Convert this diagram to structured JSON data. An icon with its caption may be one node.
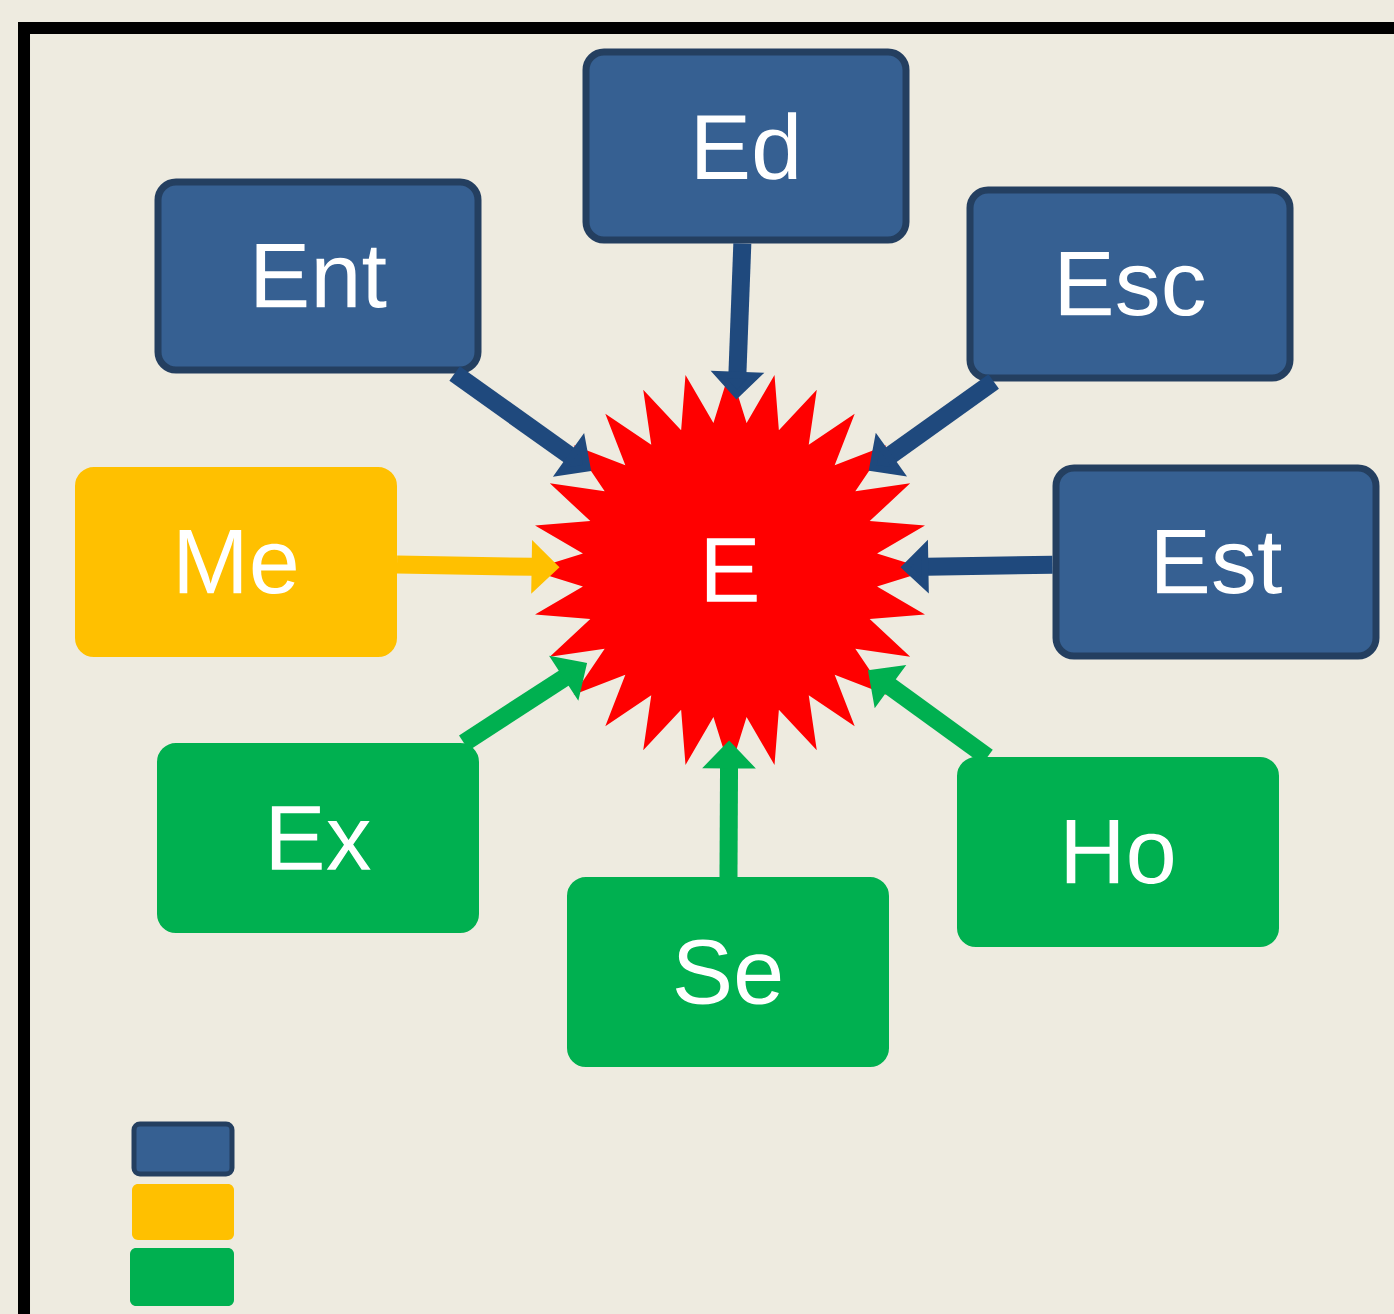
{
  "diagram": {
    "nodes": [
      {
        "text": [
          "Ed"
        ]
      },
      {
        "text": [
          "Ent"
        ]
      },
      {
        "text": [
          "Esc"
        ]
      },
      {
        "text": [
          "Me"
        ]
      },
      {
        "text": [
          "E"
        ]
      },
      {
        "text": [
          "Est"
        ]
      },
      {
        "text": [
          "Ex"
        ]
      },
      {
        "text": [
          "Se"
        ]
      },
      {
        "text": [
          "Ho"
        ]
      }
    ],
    "edges": [
      {
        "from": 0,
        "to": 4,
        "arrow": "to"
      },
      {
        "from": 1,
        "to": 4,
        "arrow": "to"
      },
      {
        "from": 2,
        "to": 4,
        "arrow": "to"
      },
      {
        "from": 3,
        "to": 4,
        "arrow": "to",
        "color": "#ffc000"
      },
      {
        "from": 5,
        "to": 4,
        "arrow": "to"
      },
      {
        "from": 6,
        "to": 4,
        "arrow": "to",
        "color": "#00b050"
      },
      {
        "from": 7,
        "to": 4,
        "arrow": "to",
        "color": "#00b050"
      },
      {
        "from": 8,
        "to": 4,
        "arrow": "to",
        "color": "#00b050"
      }
    ]
  }
}
